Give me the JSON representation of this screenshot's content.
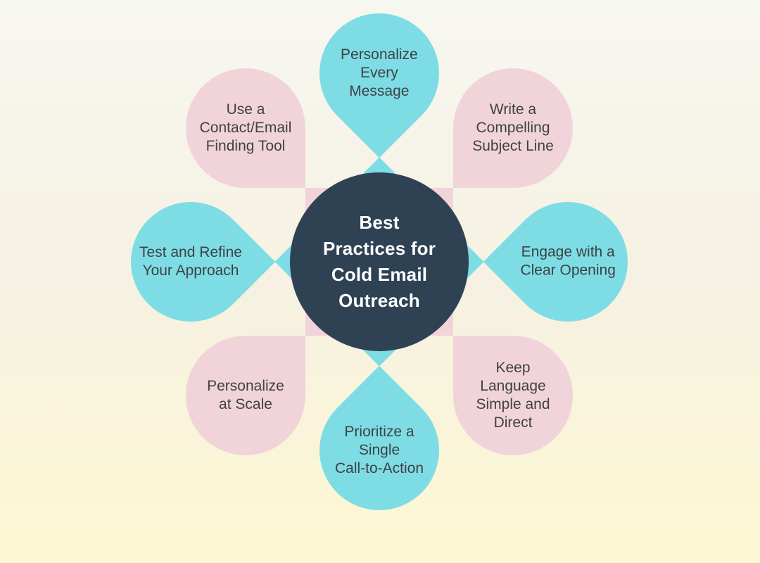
{
  "colors": {
    "bg_top": "#f7f7f1",
    "bg_mid": "#f6f1e2",
    "bg_bottom": "#fdf8d3",
    "teal": "#7edde4",
    "pink": "#f1d4da",
    "navy": "#2f4254",
    "label_text": "#3f4145",
    "center_text": "#ffffff"
  },
  "center": {
    "title": "Best\nPractices for\nCold Email\nOutreach"
  },
  "petals": [
    {
      "position": "top",
      "color": "teal",
      "label": "Personalize\nEvery\nMessage"
    },
    {
      "position": "top-right",
      "color": "pink",
      "label": "Write a\nCompelling\nSubject Line"
    },
    {
      "position": "right",
      "color": "teal",
      "label": "Engage with a\nClear Opening"
    },
    {
      "position": "bottom-right",
      "color": "pink",
      "label": "Keep\nLanguage\nSimple and\nDirect"
    },
    {
      "position": "bottom",
      "color": "teal",
      "label": "Prioritize a\nSingle\nCall-to-Action"
    },
    {
      "position": "bottom-left",
      "color": "pink",
      "label": "Personalize\nat Scale"
    },
    {
      "position": "left",
      "color": "teal",
      "label": "Test and Refine\nYour Approach"
    },
    {
      "position": "top-left",
      "color": "pink",
      "label": "Use a\nContact/Email\nFinding Tool"
    }
  ]
}
